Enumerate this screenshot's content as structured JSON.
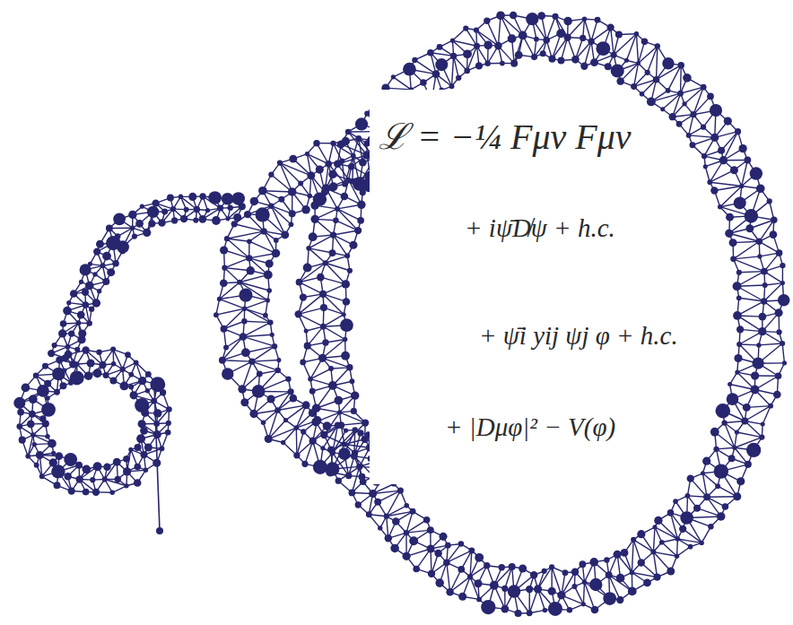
{
  "diagram": {
    "labels": [
      "ℒ = −¼ Fμν Fμν",
      "+ iψ̄D̸ψ + h.c.",
      "+ ψ̄i yij ψj φ + h.c.",
      "+ |Dμφ|² − V(φ)"
    ]
  }
}
